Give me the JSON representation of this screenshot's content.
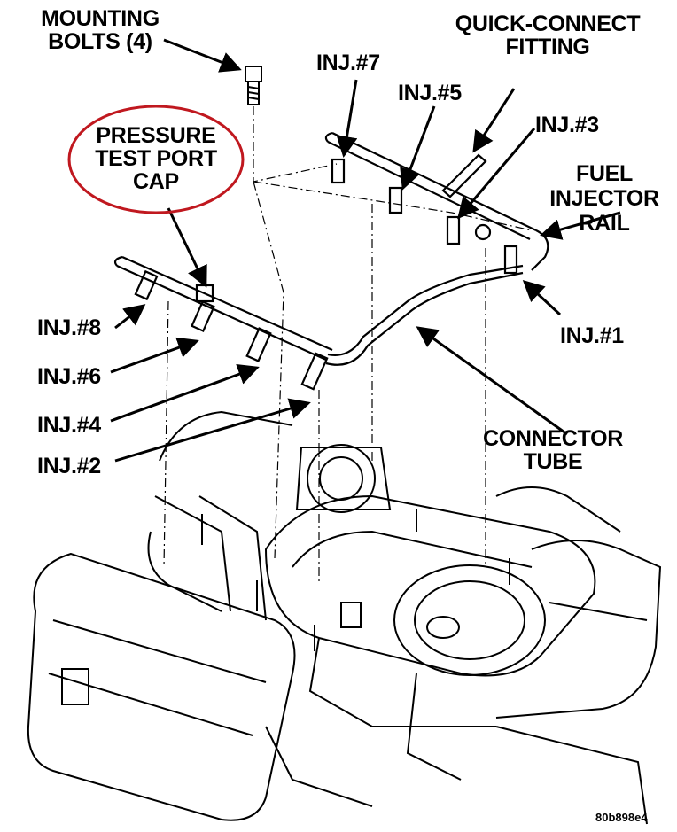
{
  "labels": {
    "mounting_bolts": [
      "MOUNTING",
      "BOLTS (4)"
    ],
    "quick_connect": [
      "QUICK-CONNECT",
      "FITTING"
    ],
    "inj7": "INJ.#7",
    "inj5": "INJ.#5",
    "inj3": "INJ.#3",
    "inj1": "INJ.#1",
    "inj8": "INJ.#8",
    "inj6": "INJ.#6",
    "inj4": "INJ.#4",
    "inj2": "INJ.#2",
    "pressure_test": [
      "PRESSURE",
      "TEST PORT",
      "CAP"
    ],
    "fuel_rail": [
      "FUEL",
      "INJECTOR",
      "RAIL"
    ],
    "connector_tube": [
      "CONNECTOR",
      "TUBE"
    ]
  },
  "figure_code": "80b898e4",
  "colors": {
    "highlight_ellipse": "#c0181f",
    "ink": "#000000"
  }
}
